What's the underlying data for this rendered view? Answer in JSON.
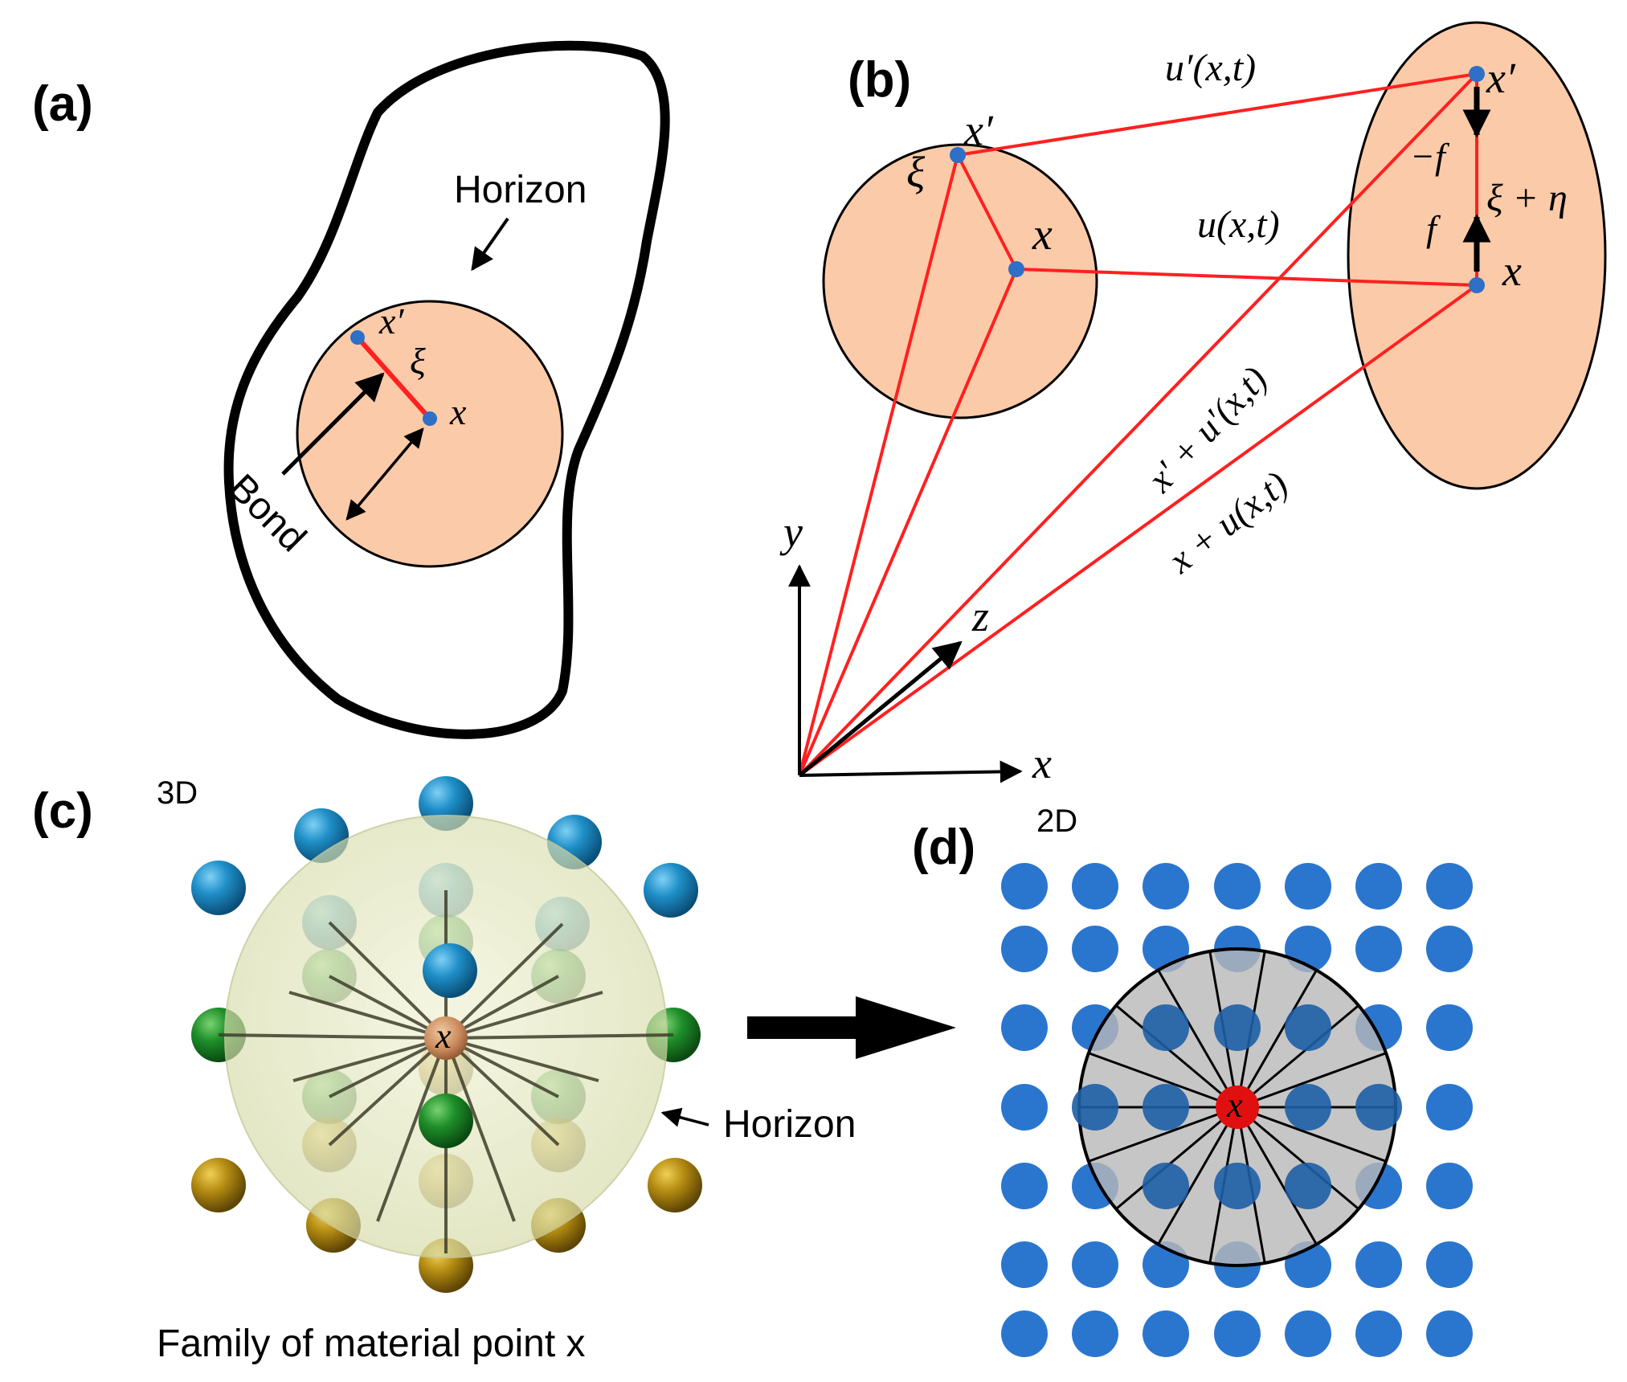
{
  "panels": {
    "a": {
      "label": "(a)",
      "horizon_label": "Horizon",
      "bond_label": "Bond",
      "x_prime_label": "x′",
      "x_label": "x",
      "xi_label": "ξ"
    },
    "b": {
      "label": "(b)",
      "x_prime_label": "x′",
      "xi_label": "ξ",
      "x_label": "x",
      "u_prime_label": "u′(x,t)",
      "u_label": "u(x,t)",
      "def_x_prime_label": "x′",
      "def_x_label": "x",
      "minus_f_label": "−f",
      "f_label": "f",
      "xi_eta_label": "ξ + η",
      "pos_prime_label": "x′ + u′(x,t)",
      "pos_label": "x + u(x,t)",
      "axis_y": "y",
      "axis_z": "z",
      "axis_x": "x"
    },
    "c": {
      "label": "(c)",
      "dim_label": "3D",
      "center_label": "x",
      "horizon_label": "Horizon",
      "caption": "Family of material point x"
    },
    "d": {
      "label": "(d)",
      "dim_label": "2D",
      "center_label": "x"
    }
  },
  "colors": {
    "bond": "#ff2020",
    "region": "#fbcaa8",
    "point_blue": "#2e6fc7",
    "sphere_blue": "#1a86c0",
    "sphere_green": "#1f8a2a",
    "sphere_gold": "#b08a10",
    "horizon_3d": "#dfe3b8",
    "horizon_2d": "#b8b8b8",
    "center_red": "#e01010"
  }
}
